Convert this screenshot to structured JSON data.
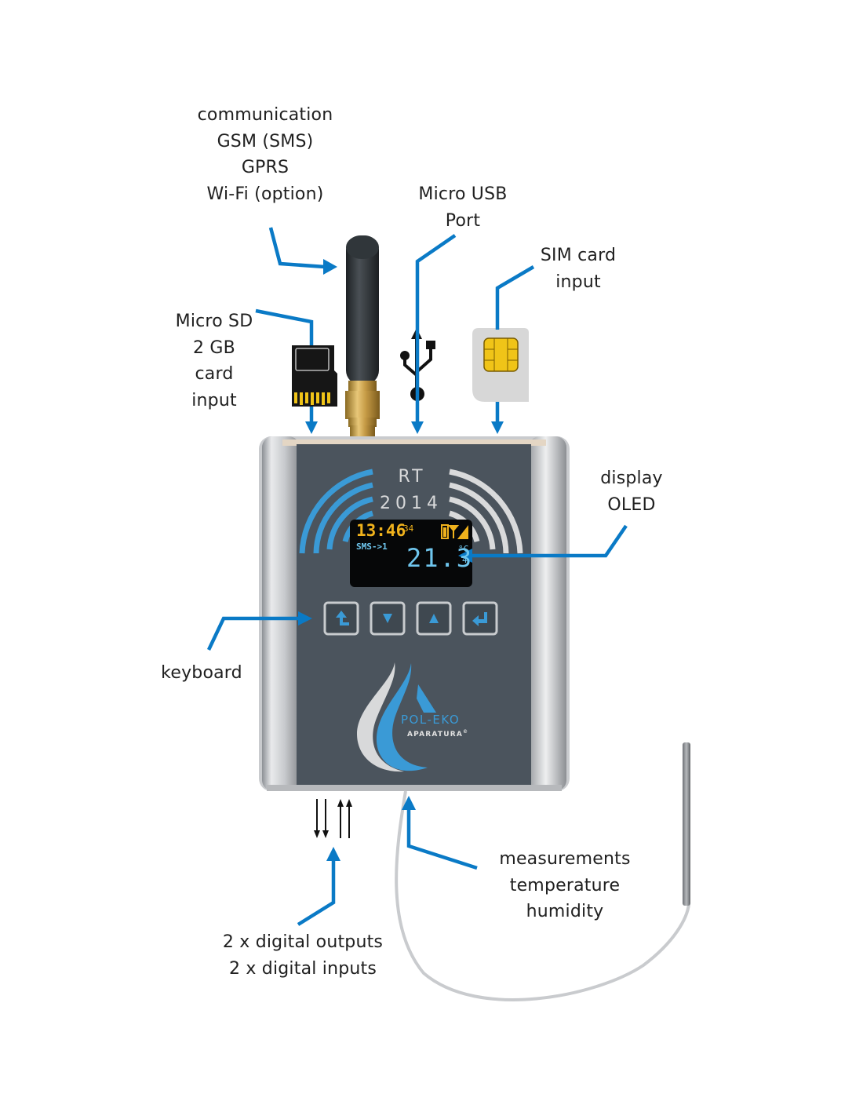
{
  "labels": {
    "communication": [
      "communication",
      "GSM (SMS)",
      "GPRS",
      "Wi-Fi (option)"
    ],
    "micro_usb": [
      "Micro USB",
      "Port"
    ],
    "sim_card": [
      "SIM card",
      "input"
    ],
    "micro_sd": [
      "Micro SD",
      "2 GB",
      "card",
      "input"
    ],
    "display": [
      "display",
      "OLED"
    ],
    "keyboard": [
      "keyboard"
    ],
    "measurements": [
      "measurements",
      "temperature",
      "humidity"
    ],
    "digital_io": [
      "2 x digital outputs",
      "2 x digital inputs"
    ]
  },
  "device": {
    "model_line1": "RT",
    "model_line2": "2014",
    "brand_name": "POL-EKO",
    "brand_sub": "APARATURA",
    "brand_mark": "©",
    "display": {
      "time": "13:46",
      "seconds": "34",
      "status": "SMS->1",
      "temperature": "21.3",
      "unit": "°C",
      "channel": "4"
    },
    "keys": [
      "back",
      "down",
      "up",
      "enter"
    ]
  },
  "colors": {
    "arrow_blue": "#0a7ac6",
    "panel": "#4b545d",
    "oled_yellow": "#f0b21c",
    "oled_cyan": "#6fc6ee",
    "logo_blue": "#3a9ad6"
  }
}
